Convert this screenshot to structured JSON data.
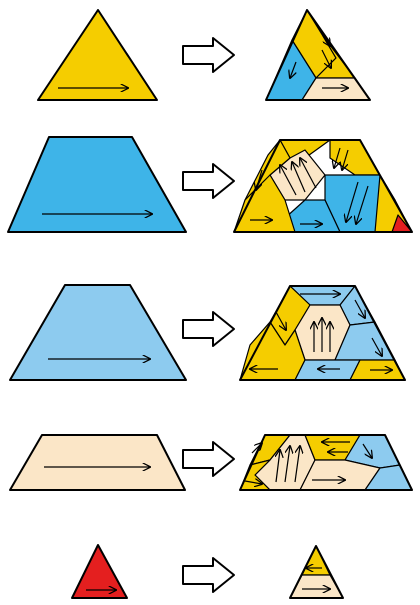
{
  "colors": {
    "yellow": "#f5cd00",
    "blue": "#3eb4e8",
    "light_blue": "#8dcbef",
    "cream": "#fbe6c7",
    "red": "#e41f1f",
    "outline": "#000000",
    "arrow_fill": "#ffffff"
  },
  "rows": [
    {
      "id": "triangle-yellow",
      "shape": "triangle",
      "color": "yellow",
      "result": "three-rhombi-triangle"
    },
    {
      "id": "trapezoid-blue",
      "shape": "trapezoid",
      "color": "blue",
      "result": "hexagon-tiling-with-red-corner"
    },
    {
      "id": "trapezoid-light-blue",
      "shape": "trapezoid",
      "color": "light_blue",
      "result": "hexagon-tiling"
    },
    {
      "id": "trapezoid-cream",
      "shape": "flat-trapezoid",
      "color": "cream",
      "result": "parallelogram-tiling"
    },
    {
      "id": "triangle-red",
      "shape": "triangle",
      "color": "red",
      "result": "small-triangle-split"
    }
  ],
  "icons": [
    "right-arrow-icon"
  ]
}
